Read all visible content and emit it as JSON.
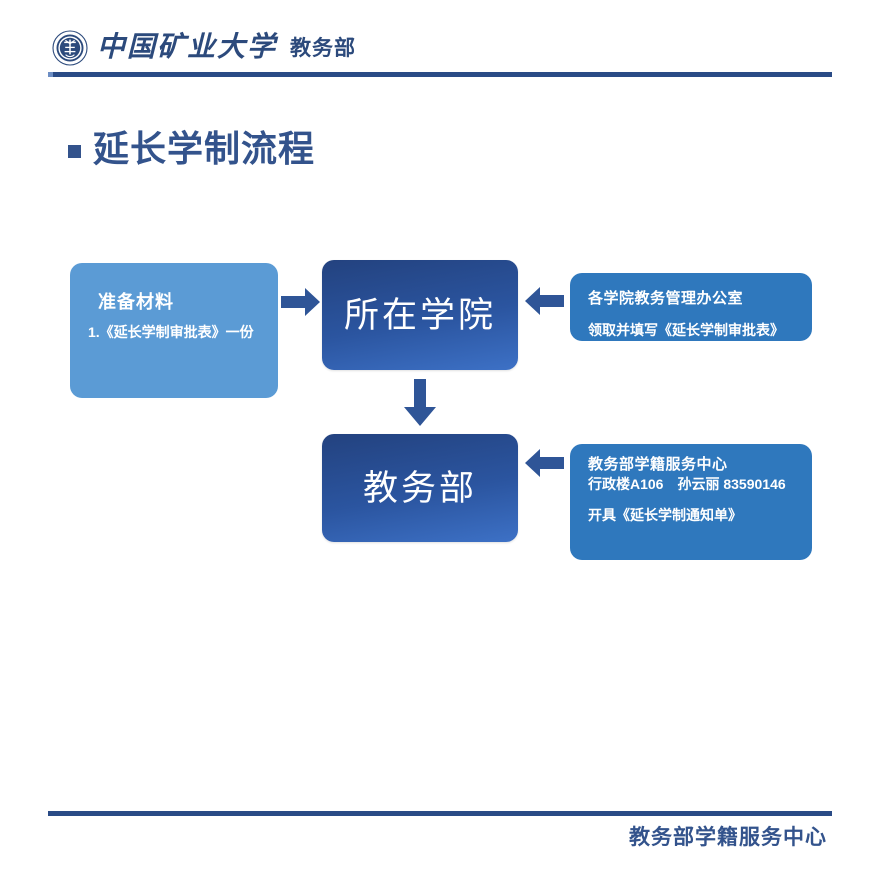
{
  "header": {
    "logo_icon": "university-crest-icon",
    "university_name": "中国矿业大学",
    "department": "教务部",
    "rule_color": "#2a4b86"
  },
  "slide": {
    "bullet_icon": "square-bullet-icon",
    "title": "延长学制流程"
  },
  "diagram": {
    "type": "flowchart",
    "nodes": [
      {
        "id": "prepare-materials",
        "heading": "准备材料",
        "detail": "1.《延长学制审批表》一份",
        "color": "#5b9bd5",
        "role": "input"
      },
      {
        "id": "college",
        "label": "所在学院",
        "color": "#2b55a0",
        "role": "stage"
      },
      {
        "id": "academic-office",
        "heading": "各学院教务管理办公室",
        "detail": "领取并填写《延长学制审批表》",
        "color": "#2f78bd",
        "role": "note"
      },
      {
        "id": "academic-affairs",
        "label": "教务部",
        "color": "#2b55a0",
        "role": "stage"
      },
      {
        "id": "registry-service-center",
        "heading": "教务部学籍服务中心",
        "subheading": "行政楼A106　孙云丽 83590146",
        "detail": "开具《延长学制通知单》",
        "color": "#2f78bd",
        "role": "note"
      }
    ],
    "arrows": [
      {
        "id": "prep-to-college",
        "icon": "arrow-right-icon",
        "from": "prepare-materials",
        "to": "college",
        "direction": "right"
      },
      {
        "id": "office-to-college",
        "icon": "arrow-left-icon",
        "from": "academic-office",
        "to": "college",
        "direction": "left"
      },
      {
        "id": "college-to-bureau",
        "icon": "arrow-down-icon",
        "from": "college",
        "to": "academic-affairs",
        "direction": "down"
      },
      {
        "id": "service-to-bureau",
        "icon": "arrow-left-icon",
        "from": "registry-service-center",
        "to": "academic-affairs",
        "direction": "left"
      }
    ],
    "arrow_color": "#2f5597"
  },
  "footer": {
    "text": "教务部学籍服务中心",
    "rule_color": "#2a4b86"
  }
}
